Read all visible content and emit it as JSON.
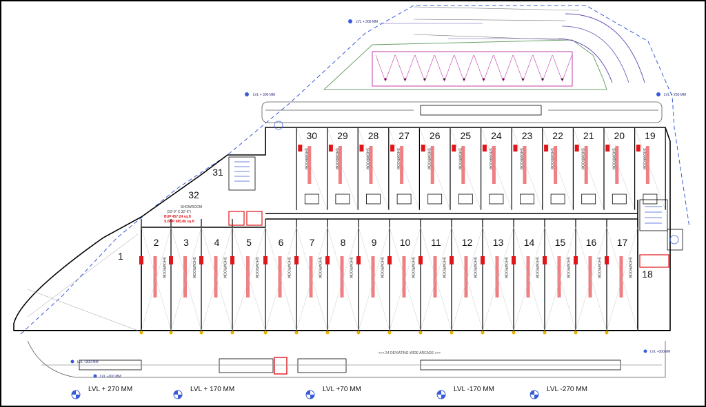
{
  "plan": {
    "arcade_label": "<<< 24 DEVIATING WIDE ARCADE >>>",
    "top_levels": [
      "LVL + 300 MM",
      "LVL + 300 MM",
      "LVL + 250 MM"
    ],
    "side_levels": [
      "LVL +300 MM",
      "LVL +300 MM",
      "LVL +300MM"
    ],
    "bottom_levels": [
      "LVL + 270 MM",
      "LVL + 170 MM",
      "LVL +70 MM",
      "LVL -170 MM",
      "LVL -270 MM"
    ],
    "top_row_shops": [
      "30",
      "29",
      "28",
      "27",
      "26",
      "25",
      "24",
      "23",
      "22",
      "21",
      "20",
      "19"
    ],
    "bottom_row_shops": [
      "2",
      "3",
      "4",
      "5",
      "6",
      "7",
      "8",
      "9",
      "10",
      "11",
      "12",
      "13",
      "14",
      "15",
      "16",
      "17"
    ],
    "corner_shops": [
      "1",
      "18",
      "31",
      "32"
    ],
    "unit_label": "SHOWROOM",
    "shop32_text": [
      "SHOWROOM",
      "(10'-0\" X 32'-6\")",
      "BUP 457.24 sq.ft",
      "S.BUP 685.86 sq.ft"
    ]
  },
  "colors": {
    "wall": "#000000",
    "red": "#e0161b",
    "blue": "#3a5bd9",
    "magenta": "#c03fa8",
    "purple": "#6a4fb5"
  }
}
